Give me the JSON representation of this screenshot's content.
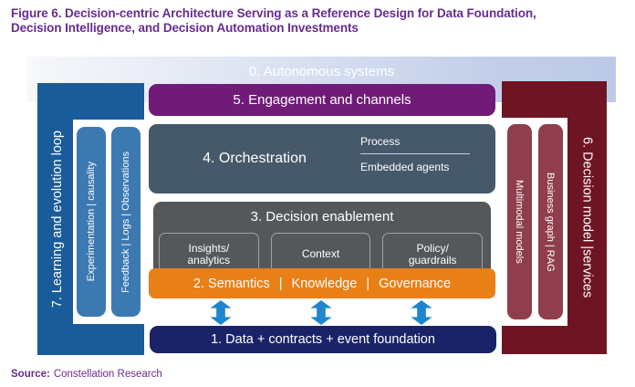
{
  "figure_title_lines": [
    "Figure 6. Decision-centric Architecture Serving as a Reference Design for Data Foundation,",
    "Decision Intelligence, and Decision Automation Investments"
  ],
  "source": {
    "label": "Source:",
    "value": "Constellation Research"
  },
  "diagram": {
    "autonomous_band": {
      "label": "0. Autonomous systems"
    },
    "engagement_box": {
      "label": "5. Engagement and channels"
    },
    "orchestration_box": {
      "label": "4. Orchestration",
      "process_label": "Process",
      "agents_label": "Embedded agents"
    },
    "enablement_box": {
      "label": "3. Decision enablement",
      "items": [
        {
          "line1": "Insights/",
          "line2": "analytics"
        },
        {
          "line1": "Context",
          "line2": ""
        },
        {
          "line1": "Policy/",
          "line2": "guardrails"
        }
      ]
    },
    "semantics_bar": {
      "segments": [
        "2. Semantics",
        "Knowledge",
        "Governance"
      ],
      "separator": "|"
    },
    "data_foundation_bar": {
      "label": "1. Data + contracts + event foundation"
    },
    "learning_loop_bar": {
      "label": "7. Learning and evolution loop",
      "pills": [
        "Experimentation | causality",
        "Feedback | Logs | Observations"
      ]
    },
    "decision_model_bar": {
      "label": "6. Decision model |services",
      "pills": [
        "Multimodal models",
        "Business graph | RAG"
      ]
    },
    "connectors": {
      "type": "bidirectional-vertical-arrow",
      "count": 3
    }
  },
  "colors": {
    "title-purple": "#672c8f",
    "band-from": "#f7f8fb",
    "band-to": "#c3cfe9",
    "engagement-purple": "#701b78",
    "orchestration-slate": "#45596a",
    "enablement-gray": "#55585b",
    "subbox-border": "#9fa3a5",
    "semantics-orange": "#e97f17",
    "foundation-navy": "#1a2368",
    "loop-blue": "#1a5b99",
    "loop-pill-blue": "#3c79b1",
    "model-maroon": "#6f1422",
    "model-pill-maroon": "#8e3e4d",
    "arrow-blue": "#1e86cf",
    "white-text": "#ffffff"
  }
}
